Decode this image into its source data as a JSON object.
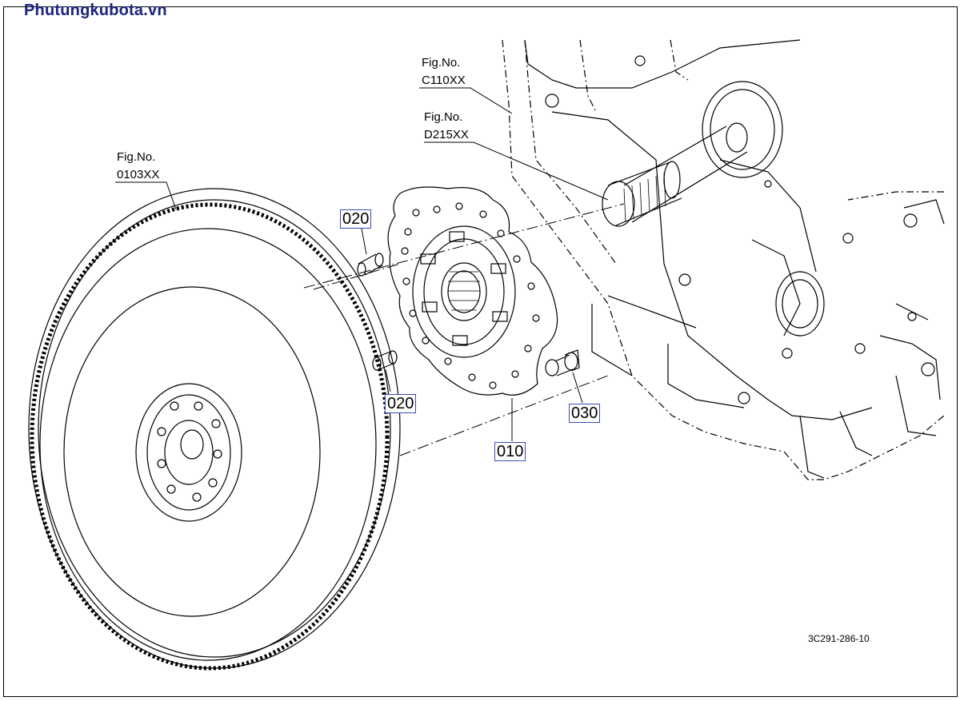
{
  "watermark": "Phutungkubota.vn",
  "figure_references": [
    {
      "label": "Fig.No.",
      "number": "C110XX"
    },
    {
      "label": "Fig.No.",
      "number": "D215XX"
    },
    {
      "label": "Fig.No.",
      "number": "0103XX"
    }
  ],
  "callouts": [
    {
      "part": "020"
    },
    {
      "part": "020"
    },
    {
      "part": "030"
    },
    {
      "part": "010"
    }
  ],
  "drawing_code": "3C291-286-10",
  "colors": {
    "watermark": "#1a237e",
    "callout_border": "#3b4bb8",
    "line": "#000000"
  }
}
